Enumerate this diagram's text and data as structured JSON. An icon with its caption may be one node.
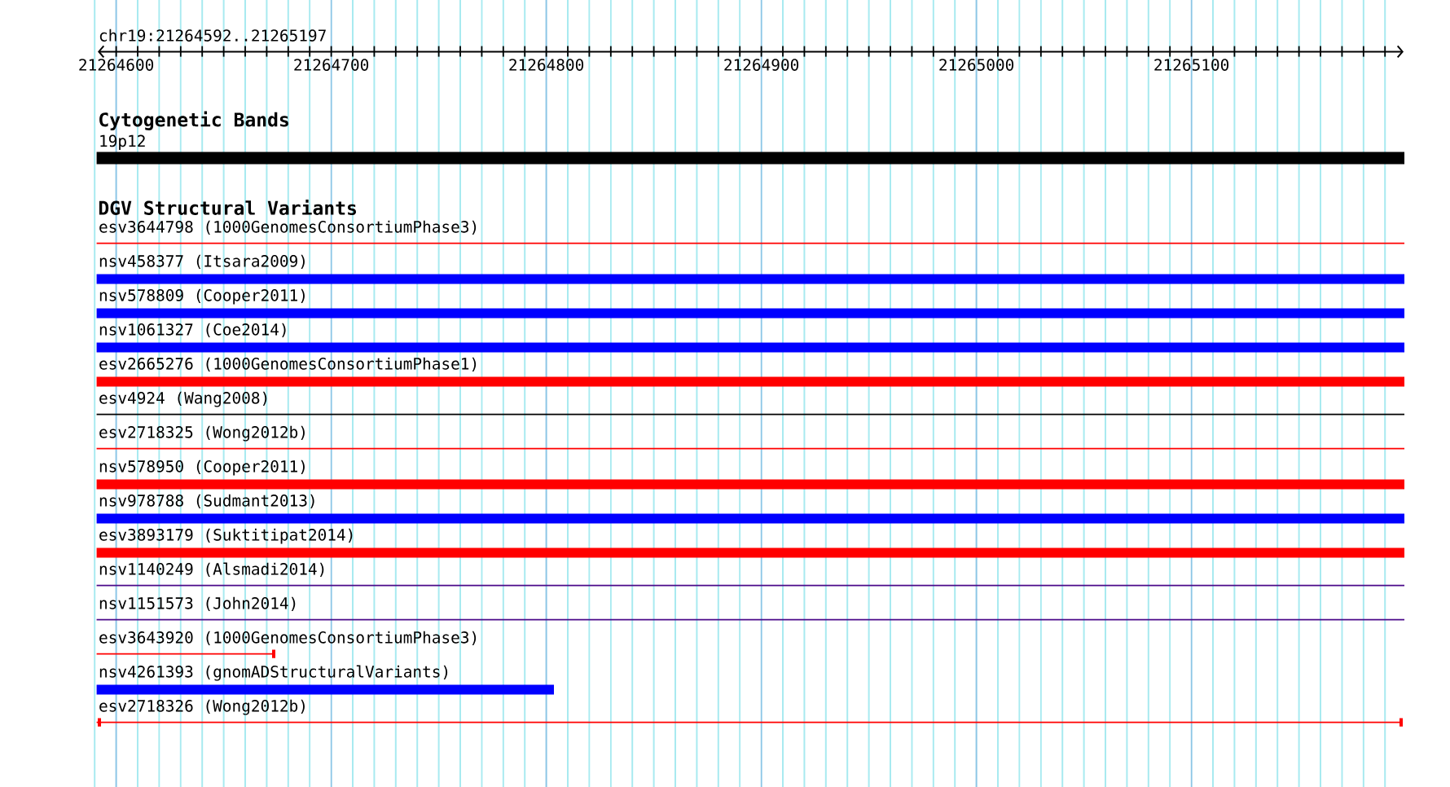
{
  "diagram": {
    "nodes": [
      {
        "text": [
          "19p12"
        ]
      },
      {
        "text": [
          "esv3644798 (1000GenomesConsortiumPhase3)"
        ]
      },
      {
        "text": [
          "nsv458377 (Itsara2009)"
        ]
      },
      {
        "text": [
          "nsv578809 (Cooper2011)"
        ]
      },
      {
        "text": [
          "nsv1061327 (Coe2014)"
        ]
      },
      {
        "text": [
          "esv2665276 (1000GenomesConsortiumPhase1)"
        ]
      },
      {
        "text": [
          "esv4924 (Wang2008)"
        ]
      },
      {
        "text": [
          "esv2718325 (Wong2012b)"
        ]
      },
      {
        "text": [
          "nsv578950 (Cooper2011)"
        ]
      },
      {
        "text": [
          "nsv978788 (Sudmant2013)"
        ]
      },
      {
        "text": [
          "esv3893179 (Suktitipat2014)"
        ]
      },
      {
        "text": [
          "nsv1140249 (Alsmadi2014)"
        ]
      },
      {
        "text": [
          "nsv1151573 (John2014)"
        ]
      },
      {
        "text": [
          "esv3643920 (1000GenomesConsortiumPhase3)"
        ]
      },
      {
        "text": [
          "nsv4261393 (gnomADStructuralVariants)"
        ]
      },
      {
        "text": [
          "esv2718326 (Wong2012b)"
        ]
      }
    ],
    "labels": [
      "chr19:21264592..21265197",
      "21264600",
      "21264700",
      "21264800",
      "21264900",
      "21265000",
      "21265100",
      "Cytogenetic Bands",
      "DGV Structural Variants"
    ]
  }
}
